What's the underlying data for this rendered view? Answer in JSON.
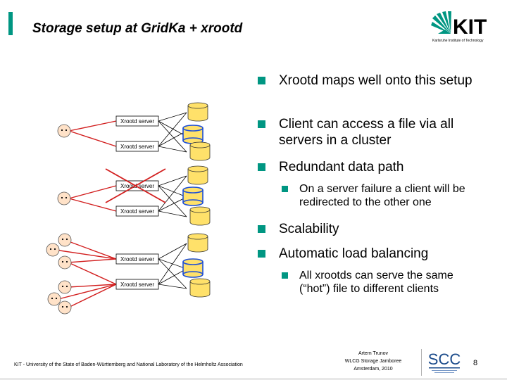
{
  "slide": {
    "title": "Storage setup at GridKa + xrootd",
    "page_number": "8"
  },
  "logo": {
    "kit_text": "KIT",
    "kit_subtitle": "Karlsruhe Institute of Technology",
    "accent_color": "#009682"
  },
  "bullets": [
    {
      "text": "Xrootd maps well onto this setup"
    },
    {
      "text": "Client can access a file via all servers in a cluster"
    },
    {
      "text": "Redundant data path"
    },
    {
      "text": "Scalability"
    },
    {
      "text": "Automatic load balancing"
    }
  ],
  "sub_bullets": [
    {
      "text": "On a server failure a client will be redirected to the other one"
    },
    {
      "text": "All xrootds can serve the same (“hot”) file to different clients"
    }
  ],
  "diagram": {
    "server_label": "Xrootd server",
    "client_face": "face-icon",
    "disk": "disk-cylinder-icon",
    "failed_server_marker": "red-x"
  },
  "footer": {
    "institution": "KIT - University of the State of Baden-Württemberg and National Laboratory of the Helmholtz Association",
    "author": "Artem Trunov",
    "event": "WLCG Storage Jamboree",
    "place_date": "Amsterdam, 2010",
    "scc_logo_text": "SCC"
  }
}
